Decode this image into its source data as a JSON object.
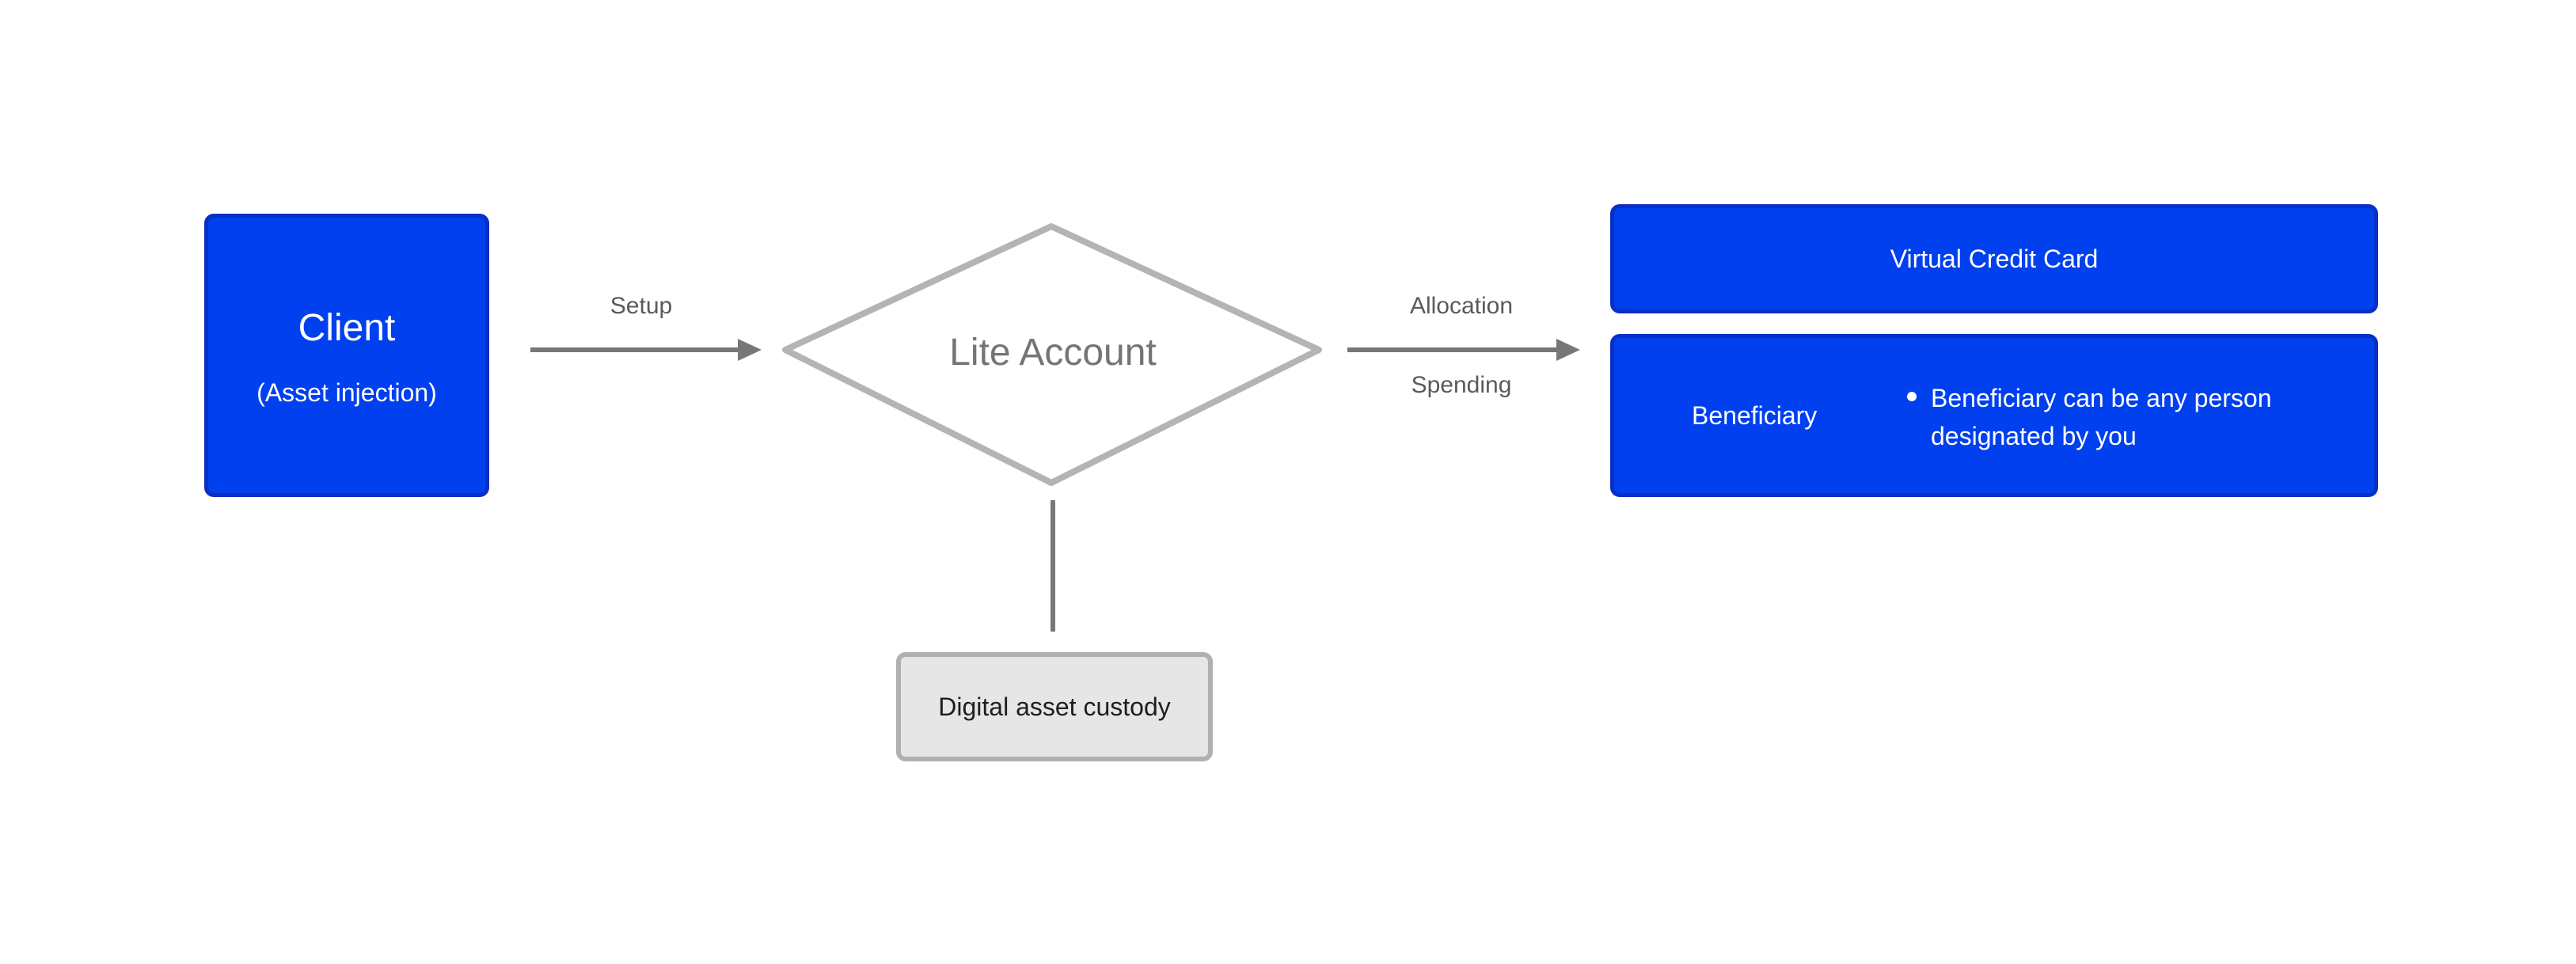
{
  "nodes": {
    "client": {
      "title": "Client",
      "subtitle": "(Asset injection)"
    },
    "lite_account": {
      "label": "Lite Account"
    },
    "virtual_credit_card": {
      "label": "Virtual Credit Card"
    },
    "beneficiary": {
      "label": "Beneficiary",
      "bullets": [
        "Beneficiary can be any person designated by you"
      ]
    },
    "custody": {
      "label": "Digital asset custody"
    }
  },
  "edges": {
    "setup": "Setup",
    "allocation": "Allocation",
    "spending": "Spending"
  },
  "colors": {
    "primary_blue": "#0040ee",
    "blue_border": "#0a2fc4",
    "diamond_stroke": "#b4b4b4",
    "arrow_gray": "#777777",
    "custody_fill": "#e6e6e6",
    "custody_border": "#b0b0b0",
    "label_gray": "#5a5a5a"
  }
}
